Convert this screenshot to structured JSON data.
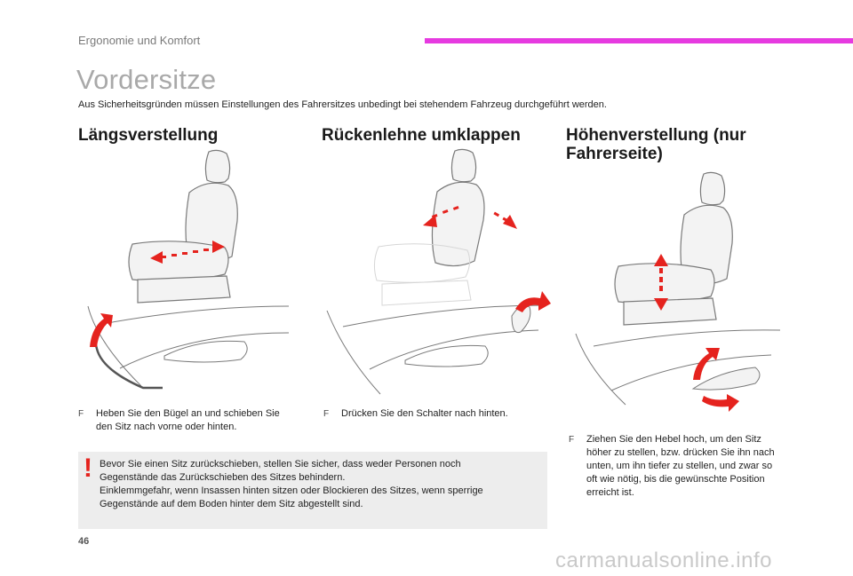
{
  "header": {
    "section": "Ergonomie und Komfort",
    "accent_color": "#e63ae0"
  },
  "page": {
    "title": "Vordersitze",
    "intro": "Aus Sicherheitsgründen müssen Einstellungen des Fahrersitzes unbedingt bei stehendem Fahrzeug durchgeführt werden.",
    "number": "46"
  },
  "columns": [
    {
      "heading": "Längsverstellung",
      "steps": [
        {
          "bullet": "F",
          "lines": [
            "Heben Sie den Bügel an und schieben Sie",
            "den Sitz nach vorne oder hinten."
          ]
        }
      ]
    },
    {
      "heading": "Rückenlehne umklappen",
      "steps": [
        {
          "bullet": "F",
          "lines": [
            "Drücken Sie den Schalter nach hinten."
          ]
        }
      ]
    },
    {
      "heading_lines": [
        "Höhenverstellung (nur",
        "Fahrerseite)"
      ],
      "steps": [
        {
          "bullet": "F",
          "lines": [
            "Ziehen Sie den Hebel hoch, um den Sitz",
            "höher zu stellen, bzw. drücken Sie ihn nach",
            "unten, um ihn tiefer zu stellen, und zwar so",
            "oft wie nötig, bis die gewünschte Position",
            "erreicht ist."
          ]
        }
      ]
    }
  ],
  "warning": {
    "icon": "!",
    "lines": [
      "Bevor Sie einen Sitz zurückschieben, stellen Sie sicher, dass weder Personen noch",
      "Gegenstände das Zurückschieben des Sitzes behindern.",
      "Einklemmgefahr, wenn Insassen hinten sitzen oder Blockieren des Sitzes, wenn sperrige",
      "Gegenstände auf dem Boden hinter dem Sitz abgestellt sind."
    ],
    "icon_color": "#e5231e",
    "background": "#ededed"
  },
  "watermark": "carmanualsonline.info",
  "figures": {
    "arrow_color": "#e5231e",
    "line_color": "#7a7a7a",
    "ghost_color": "#d6d6d6"
  }
}
